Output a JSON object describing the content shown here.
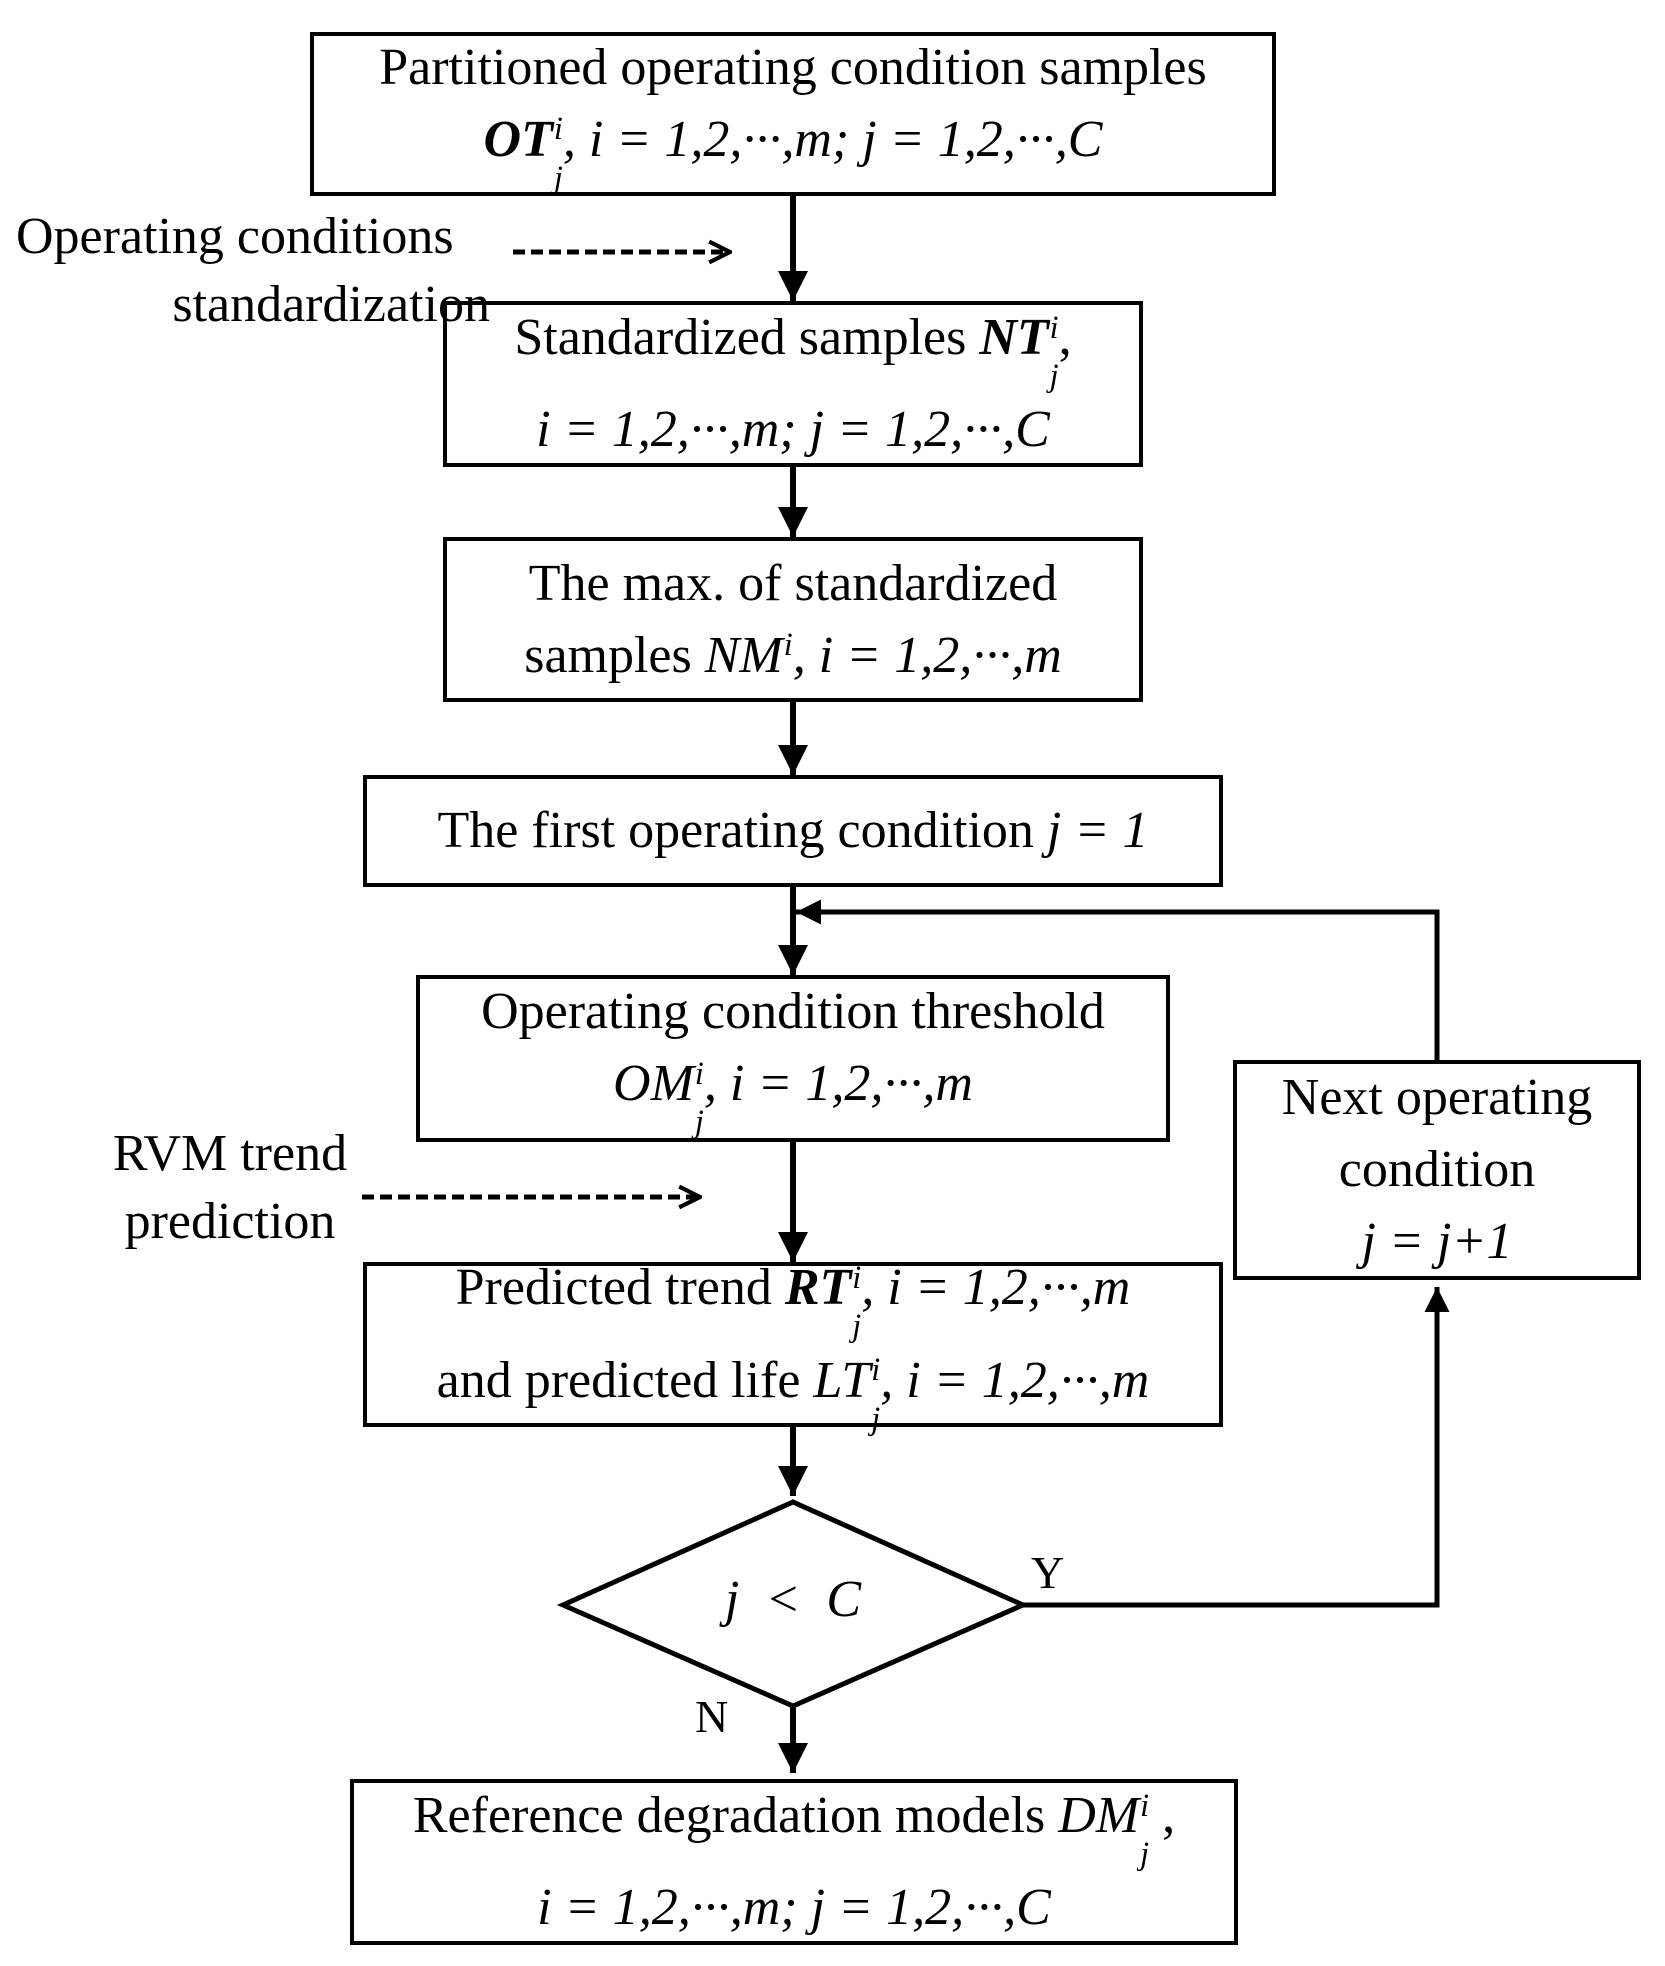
{
  "boxes": {
    "partitioned": {
      "line1": "Partitioned operating condition samples",
      "sym": "OT",
      "sub": "j",
      "sup": "i",
      "rest": ", i = 1,2,···,m; j = 1,2,···,C"
    },
    "standardized": {
      "pre": "Standardized samples ",
      "sym": "NT",
      "sub": "j",
      "sup": "i",
      "post": ",",
      "line2": "i = 1,2,···,m;  j = 1,2,···,C"
    },
    "max": {
      "line1": "The max. of standardized",
      "pre": "samples ",
      "sym": "NM",
      "sup": "i",
      "rest": ", i = 1,2,···,m"
    },
    "first": {
      "pre": "The first operating condition ",
      "expr": "j = 1"
    },
    "threshold": {
      "line1": "Operating condition threshold",
      "sym": "OM",
      "sub": "j",
      "sup": "i",
      "rest": ", i = 1,2,···,m"
    },
    "predicted": {
      "pre1": "Predicted trend ",
      "sym1": "RT",
      "sub1": "j",
      "sup1": "i",
      "rest1": ", i = 1,2,···,m",
      "pre2": "and predicted life ",
      "sym2": "LT",
      "sub2": "j",
      "sup2": "i",
      "rest2": ", i = 1,2,···,m"
    },
    "next": {
      "line1": "Next operating",
      "line2": "condition",
      "line3": "j = j+1"
    },
    "reference": {
      "pre": "Reference degradation models ",
      "sym": "DM",
      "sub": "j",
      "sup": "i",
      "post": " ,",
      "line2": "i = 1,2,···,m; j = 1,2,···,C"
    }
  },
  "decision": {
    "text": "j  <  C",
    "yes": "Y",
    "no": "N"
  },
  "side_labels": {
    "standardization": [
      "Operating conditions",
      "standardization"
    ],
    "rvm": [
      "RVM trend",
      "prediction"
    ]
  }
}
